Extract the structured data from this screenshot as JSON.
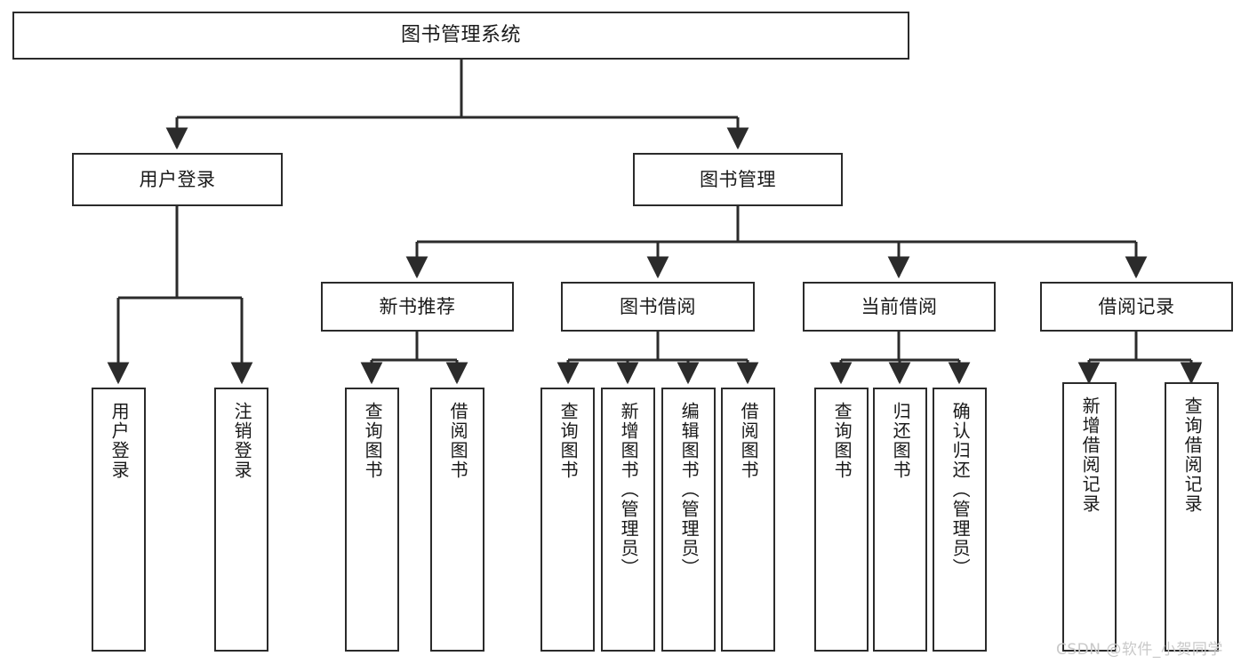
{
  "diagram": {
    "title": "图书管理系统",
    "type": "function-structure-tree",
    "colors": {
      "box_border": "#2b2b2b",
      "box_fill": "#ffffff",
      "connector": "#2b2b2b",
      "text": "#1a1a1a",
      "watermark": "#c9c9c9",
      "background": "#ffffff"
    },
    "root": {
      "label": "图书管理系统"
    },
    "level1": [
      {
        "label": "用户登录"
      },
      {
        "label": "图书管理"
      }
    ],
    "level2": [
      {
        "label": "新书推荐"
      },
      {
        "label": "图书借阅"
      },
      {
        "label": "当前借阅"
      },
      {
        "label": "借阅记录"
      }
    ],
    "leaves": {
      "user_login": [
        {
          "label": "用户登录"
        },
        {
          "label": "注销登录"
        }
      ],
      "new_book_recommend": [
        {
          "label": "查询图书"
        },
        {
          "label": "借阅图书"
        }
      ],
      "book_borrow": [
        {
          "label": "查询图书"
        },
        {
          "label": "新增图书（管理员）"
        },
        {
          "label": "编辑图书（管理员）"
        },
        {
          "label": "借阅图书"
        }
      ],
      "current_borrow": [
        {
          "label": "查询图书"
        },
        {
          "label": "归还图书"
        },
        {
          "label": "确认归还（管理员）"
        }
      ],
      "borrow_record": [
        {
          "label": "新增借阅记录"
        },
        {
          "label": "查询借阅记录"
        }
      ]
    }
  },
  "watermark": {
    "text": "CSDN @软件_小贺同学"
  }
}
